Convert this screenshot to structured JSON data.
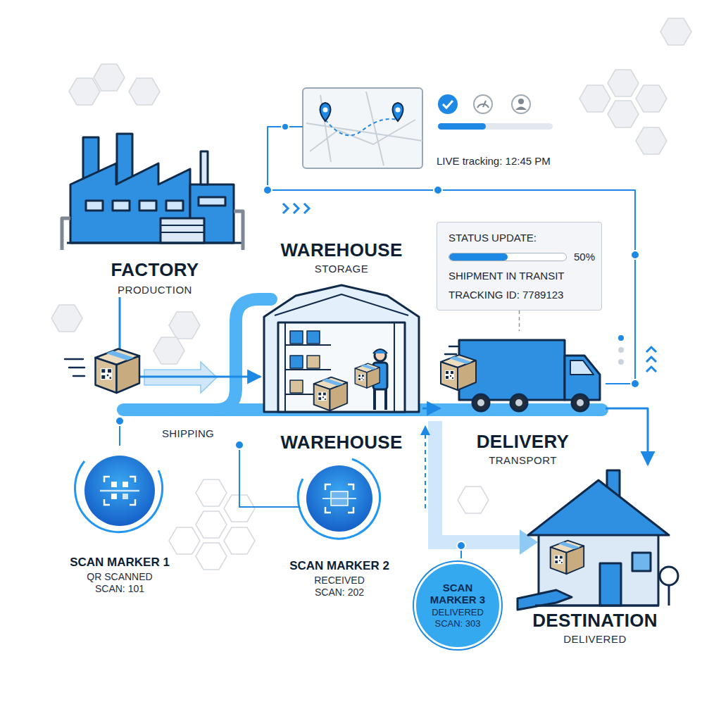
{
  "diagram": {
    "nodes": [
      {
        "text": [
          "FACTORY",
          "PRODUCTION"
        ]
      },
      {
        "text": [
          "LIVE tracking: 12:45 PM"
        ]
      },
      {
        "text": [
          "WAREHOUSE",
          "STORAGE",
          "WAREHOUSE"
        ]
      },
      {
        "text": [
          "STATUS UPDATE:",
          "50%",
          "SHIPMENT IN TRANSIT",
          "TRACKING ID: 7789123"
        ]
      },
      {
        "text": [
          "DELIVERY",
          "TRANSPORT"
        ]
      },
      {
        "text": [
          "SCAN MARKER 1",
          "QR SCANNED",
          "SCAN: 101"
        ]
      },
      {
        "text": [
          "SCAN MARKER 2",
          "RECEIVED",
          "SCAN: 202"
        ]
      },
      {
        "text": [
          "SCAN MARKER 3",
          "DELIVERED",
          "SCAN: 303"
        ]
      },
      {
        "text": [
          "DESTINATION",
          "DELIVERED"
        ]
      }
    ],
    "edges": [
      {
        "from": 0,
        "to": 2,
        "arrow": "to",
        "label": "SHIPPING"
      },
      {
        "from": 2,
        "to": 4,
        "arrow": "to"
      },
      {
        "from": 4,
        "to": 8,
        "arrow": "to"
      },
      {
        "from": 3,
        "to": 4,
        "arrow": "none"
      },
      {
        "from": 1,
        "to": 4,
        "arrow": "none"
      }
    ]
  }
}
